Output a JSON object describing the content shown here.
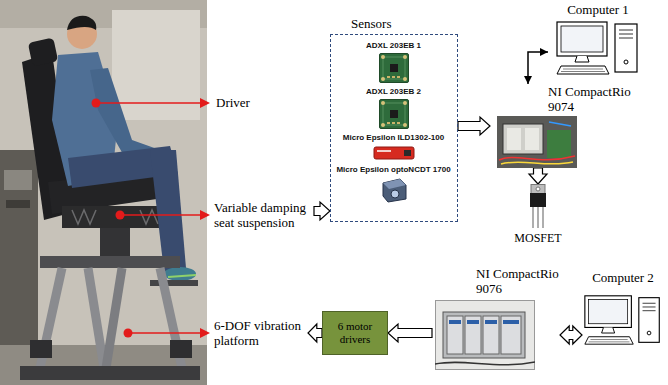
{
  "diagram": {
    "nodes": [
      {
        "text": [
          "Driver"
        ]
      },
      {
        "text": [
          "Variable damping seat suspension"
        ]
      },
      {
        "text": [
          "6-DOF vibration platform"
        ]
      },
      {
        "text": [
          "Sensors"
        ]
      },
      {
        "text": [
          "ADXL 203EB 1"
        ],
        "in": 3
      },
      {
        "text": [
          "ADXL 203EB 2"
        ],
        "in": 3
      },
      {
        "text": [
          "Micro Epsilon ILD1302-100"
        ],
        "in": 3
      },
      {
        "text": [
          "Micro Epsilon optoNCDT 1700"
        ],
        "in": 3
      },
      {
        "text": [
          "Computer 1"
        ]
      },
      {
        "text": [
          "NI CompactRio 9074"
        ]
      },
      {
        "text": [
          "MOSFET"
        ]
      },
      {
        "text": [
          "NI CompactRio 9076"
        ]
      },
      {
        "text": [
          "Computer 2"
        ]
      },
      {
        "text": [
          "6 motor drivers"
        ]
      }
    ],
    "edges": [
      {
        "from": 1,
        "to": 3,
        "arrow": "to"
      },
      {
        "from": 3,
        "to": 9,
        "arrow": "to"
      },
      {
        "from": 8,
        "to": 9,
        "arrow": "both"
      },
      {
        "from": 9,
        "to": 10,
        "arrow": "to"
      },
      {
        "from": 11,
        "to": 12,
        "arrow": "both"
      },
      {
        "from": 11,
        "to": 13,
        "arrow": "to"
      },
      {
        "from": 13,
        "to": 2,
        "arrow": "to"
      }
    ]
  }
}
